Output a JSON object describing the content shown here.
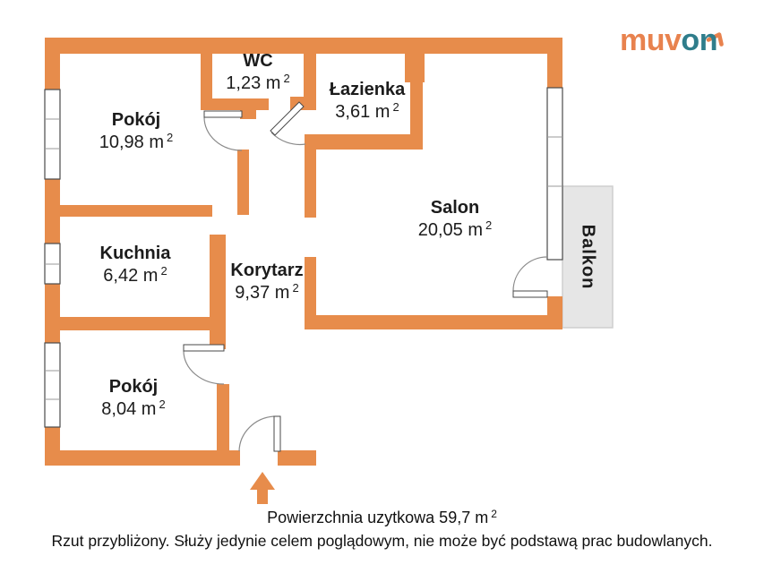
{
  "logo": {
    "text_orange": "muv",
    "text_teal": "on",
    "arrow_icon": "hook-arrow-down-right",
    "color_orange": "#E8824E",
    "color_teal": "#2F7D8B"
  },
  "plan": {
    "wall_color": "#E78C4B",
    "balcony_fill": "#E6E6E6",
    "entrance_icon": "up-arrow",
    "sup": "2",
    "balcony_label": "Balkon",
    "rooms": [
      {
        "name": "Pokój",
        "area": "10,98 m"
      },
      {
        "name": "WC",
        "area": "1,23 m"
      },
      {
        "name": "Łazienka",
        "area": "3,61 m"
      },
      {
        "name": "Salon",
        "area": "20,05 m"
      },
      {
        "name": "Kuchnia",
        "area": "6,42 m"
      },
      {
        "name": "Korytarz",
        "area": "9,37 m"
      },
      {
        "name": "Pokój",
        "area": "8,04 m"
      }
    ]
  },
  "footer": {
    "line1": "Powierzchnia uzytkowa 59,7 m",
    "line2": "Rzut przybliżony. Służy jedynie celem poglądowym, nie może być podstawą prac budowlanych."
  }
}
